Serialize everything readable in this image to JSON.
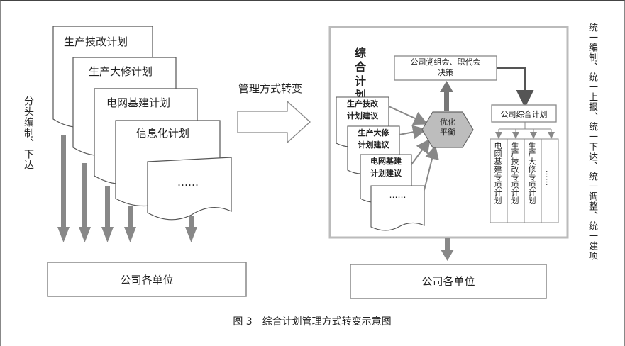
{
  "left": {
    "docs": [
      "生产技改计划",
      "生产大修计划",
      "电网基建计划",
      "信息化计划",
      "……"
    ],
    "side_text": "分头编制、下达",
    "bottom_box": "公司各单位"
  },
  "middle": {
    "arrow_label": "管理方式转变"
  },
  "right": {
    "title": "综合计划",
    "suggestions": [
      "生产技改\n计划建议",
      "生产大修\n计划建议",
      "电网基建\n计划建议",
      "……"
    ],
    "hexagon": "优化\n平衡",
    "top_box": "公司党组会、职代会\n决策",
    "plan_box": "公司综合计划",
    "columns": [
      "电网基建专项计划",
      "生产技改专项计划",
      "生产大修专项计划",
      "……"
    ],
    "side_text": "统一编制、统一上报、统一下达、统一调整、统一建项",
    "bottom_box": "公司各单位"
  },
  "caption": "图 3　综合计划管理方式转变示意图"
}
